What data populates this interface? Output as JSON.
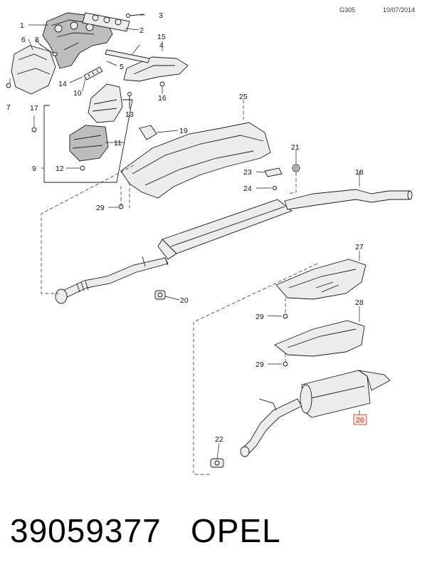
{
  "header": {
    "code": "G305",
    "date": "10/07/2014"
  },
  "reference": {
    "part_number": "39059377",
    "brand": "OPEL"
  },
  "callouts": {
    "c1": "1",
    "c2": "2",
    "c3": "3",
    "c4": "4",
    "c5": "5",
    "c6": "6",
    "c7": "7",
    "c8": "8",
    "c9": "9",
    "c10": "10",
    "c11": "11",
    "c12": "12",
    "c13": "13",
    "c14": "14",
    "c15": "15",
    "c16": "16",
    "c17": "17",
    "c18": "18",
    "c19": "19",
    "c20": "20",
    "c21": "21",
    "c22": "22",
    "c23": "23",
    "c24": "24",
    "c25": "25",
    "c26": "26",
    "c27": "27",
    "c28": "28",
    "c29a": "29",
    "c29b": "29",
    "c29c": "29"
  },
  "highlight": {
    "callout": "26",
    "color": "#c0392b",
    "fill": "#fde2e2"
  }
}
